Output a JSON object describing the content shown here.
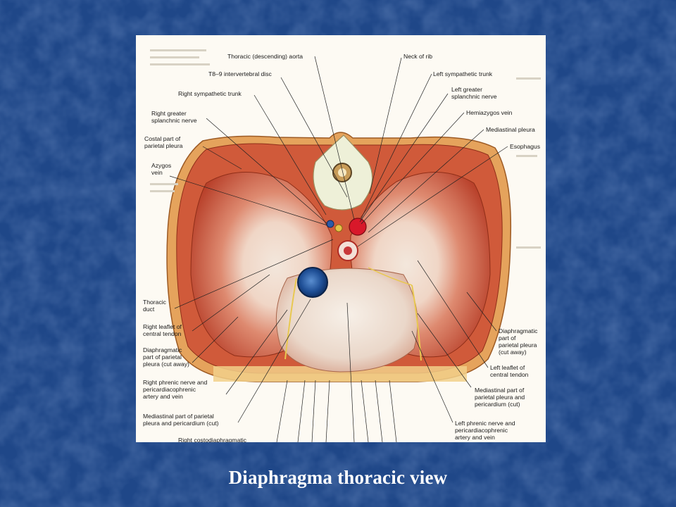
{
  "slide": {
    "caption": "Diaphragma thoracic view"
  },
  "figure": {
    "labels": {
      "thoracic_aorta": "Thoracic (descending) aorta",
      "t8_9_disc": "T8–9 intervertebral disc",
      "right_sympathetic_trunk": "Right sympathetic trunk",
      "right_greater_splanchnic": "Right greater\nsplanchnic nerve",
      "costal_parietal_pleura": "Costal part of\nparietal pleura",
      "azygos_vein": "Azygos\nvein",
      "thoracic_duct": "Thoracic\nduct",
      "right_leaflet_central_tendon": "Right leaflet of\ncentral tendon",
      "diaphragmatic_parietal_pleura_right": "Diaphragmatic\npart of parietal\npleura (cut away)",
      "right_phrenic_nerve": "Right phrenic nerve and\npericardiacophrenic\nartery and vein",
      "mediastinal_parietal_pleura_left": "Mediastinal part of parietal\npleura and pericardium (cut)",
      "right_costodiaphragmatic": "Right costodiaphragmatic",
      "neck_of_rib": "Neck of rib",
      "left_sympathetic_trunk": "Left sympathetic trunk",
      "left_greater_splanchnic": "Left greater\nsplanchnic nerve",
      "hemiazygos_vein": "Hemiazygos vein",
      "mediastinal_pleura": "Mediastinal pleura",
      "esophagus": "Esophagus",
      "diaphragmatic_parietal_pleura_left": "Diaphragmatic\npart of\nparietal pleura\n(cut away)",
      "left_leaflet_central_tendon": "Left leaflet of\ncentral tendon",
      "mediastinal_parietal_pleura_right": "Mediastinal part of\nparietal pleura and\npericardium (cut)",
      "left_phrenic_nerve": "Left phrenic nerve and\npericardiacophrenic\nartery and vein"
    }
  }
}
